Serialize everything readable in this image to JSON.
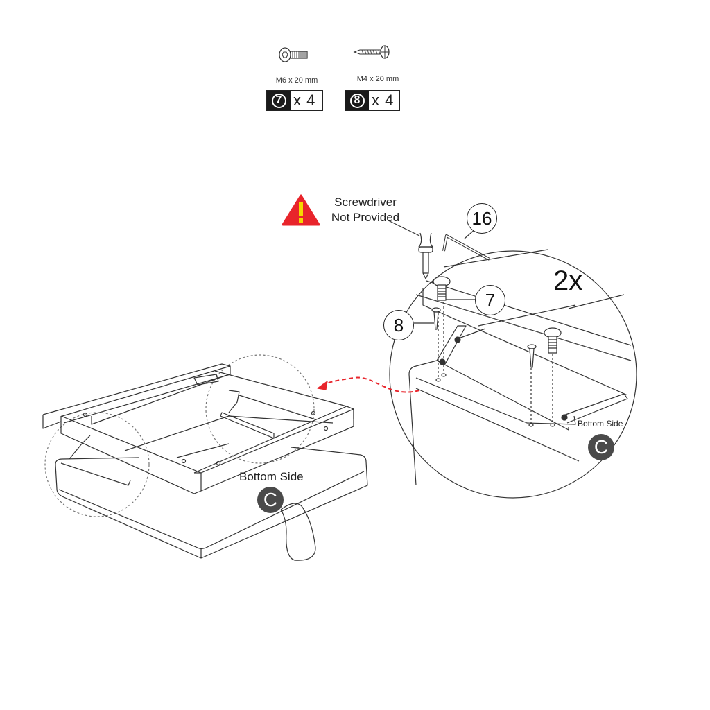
{
  "hardware": [
    {
      "id": "7",
      "icon": "bolt-icon",
      "spec": "M6 x 20 mm",
      "quantity_label": "x 4",
      "quantity": 4
    },
    {
      "id": "8",
      "icon": "wood-screw-icon",
      "spec": "M4 x 20 mm",
      "quantity_label": "x 4",
      "quantity": 4
    }
  ],
  "warning": {
    "icon": "warning-triangle-icon",
    "line1": "Screwdriver",
    "line2": "Not Provided",
    "color": "#e8242b"
  },
  "callouts": {
    "allen_key": "16",
    "bolt": "7",
    "screw": "8"
  },
  "detail": {
    "multiplier": "2x",
    "side_label": "Bottom Side",
    "part_badge": "C"
  },
  "overview": {
    "side_label": "Bottom Side",
    "part_badge": "C"
  },
  "colors": {
    "arrow": "#e8242b",
    "badge": "#4a4a4a",
    "line": "#333333"
  }
}
